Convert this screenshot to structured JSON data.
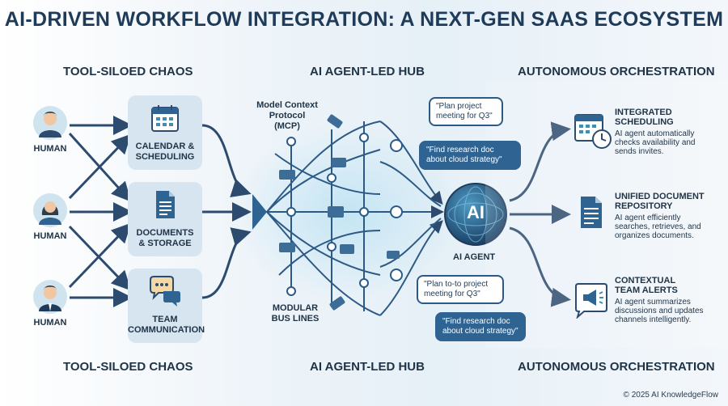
{
  "title": "AI-DRIVEN WORKFLOW INTEGRATION: A NEXT-GEN SAAS ECOSYSTEM",
  "sections": {
    "left": "TOOL-SILOED CHAOS",
    "middle": "AI AGENT-LED HUB",
    "right": "AUTONOMOUS ORCHESTRATION"
  },
  "humans": [
    "HUMAN",
    "HUMAN",
    "HUMAN"
  ],
  "tools": [
    {
      "line1": "CALENDAR &",
      "line2": "SCHEDULING",
      "icon": "calendar-icon"
    },
    {
      "line1": "DOCUMENTS",
      "line2": "& STORAGE",
      "icon": "document-icon"
    },
    {
      "line1": "TEAM",
      "line2": "COMMUNICATION",
      "icon": "chat-icon"
    }
  ],
  "mcp": {
    "line1": "Model Context",
    "line2": "Protocol",
    "line3": "(MCP)"
  },
  "bus": {
    "line1": "MODULAR",
    "line2": "BUS LINES"
  },
  "bubbles": {
    "b1": {
      "line1": "\"Plan project",
      "line2": "meeting for Q3\""
    },
    "b2": {
      "line1": "\"Find research doc about cloud strategy\""
    },
    "b3": {
      "line1": "\"Plan to-to project",
      "line2": "meeting for Q3\""
    },
    "b4": {
      "line1": "\"Find research doc",
      "line2": "about cloud strategy\""
    }
  },
  "agent": {
    "core": "AI",
    "label": "AI AGENT"
  },
  "features": [
    {
      "title1": "INTEGRATED",
      "title2": "SCHEDULING",
      "desc": [
        "AI agent automatically",
        "checks availability and",
        "sends invites."
      ],
      "icon": "calendar-clock-icon"
    },
    {
      "title1": "UNIFIED DOCUMENT",
      "title2": "REPOSITORY",
      "desc": [
        "AI agent efficiently",
        "searches, retrieves, and",
        "organizes documents."
      ],
      "icon": "document-icon"
    },
    {
      "title1": "CONTEXTUAL",
      "title2": "TEAM ALERTS",
      "desc": [
        "AI agent summarizes",
        "discussions and updates",
        "channels intelligently."
      ],
      "icon": "megaphone-icon"
    }
  ],
  "copyright": "© 2025 AI KnowledgeFlow",
  "colors": {
    "navy": "#1f3b5a",
    "blue": "#2f6392",
    "light": "#d7e5f1",
    "accent": "#3d8fb8"
  }
}
